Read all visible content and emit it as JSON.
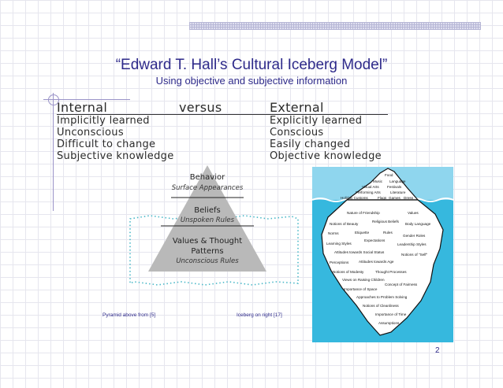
{
  "slide": {
    "title": "“Edward T. Hall’s Cultural Iceberg Model”",
    "subtitle": "Using objective and subjective information",
    "page_number": "2"
  },
  "comparison": {
    "header": {
      "left": "Internal",
      "middle": "versus",
      "right": "External"
    },
    "rows": [
      {
        "left": "Implicitly learned",
        "right": "Explicitly learned"
      },
      {
        "left": "Unconscious",
        "right": "Conscious"
      },
      {
        "left": "Difficult to change",
        "right": "Easily changed"
      },
      {
        "left": "Subjective knowledge",
        "right": "Objective knowledge"
      }
    ]
  },
  "pyramid": {
    "levels": [
      {
        "title": "Behavior",
        "subtitle": "Surface Appearances"
      },
      {
        "title": "Beliefs",
        "subtitle": "Unspoken Rules"
      },
      {
        "title": "Values & Thought Patterns",
        "title_line1": "Values & Thought",
        "title_line2": "Patterns",
        "subtitle": "Unconscious Rules"
      }
    ],
    "caption": "Pyramid above from [5]"
  },
  "iceberg": {
    "caption": "Iceberg on right [17]",
    "above_water": [
      "Food",
      "Music",
      "Language",
      "Visual Arts",
      "Festivals",
      "Performing Arts",
      "Literature",
      "Holiday Customs",
      "Flags",
      "Games",
      "Dress"
    ],
    "below_water": [
      "Nature of Friendship",
      "Values",
      "Notions of Beauty",
      "Religious Beliefs",
      "Body Language",
      "Norms",
      "Etiquette",
      "Rules",
      "Gender Roles",
      "Expectations",
      "Learning Styles",
      "Leadership Styles",
      "Attitudes towards Social Status",
      "Notions of \"Self\"",
      "Perceptions",
      "Attitudes towards Age",
      "Notions of Modesty",
      "Thought Processes",
      "Views on Raising Children",
      "Concept of Fairness",
      "Importance of Space",
      "Approaches to Problem Solving",
      "Notions of Cleanliness",
      "Importance of Time",
      "Assumptions"
    ]
  }
}
